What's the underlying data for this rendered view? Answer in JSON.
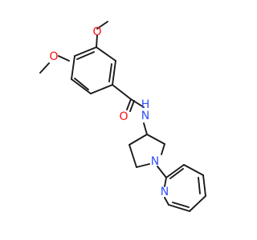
{
  "molecule": {
    "atoms": [
      {
        "id": "o_ome_top",
        "symbol": "O",
        "color": "#ff0d0d"
      },
      {
        "id": "o_ome_left",
        "symbol": "O",
        "color": "#ff0d0d"
      },
      {
        "id": "o_carbonyl",
        "symbol": "O",
        "color": "#ff0d0d"
      },
      {
        "id": "n_amide",
        "symbol": "N",
        "color": "#3050f8"
      },
      {
        "id": "n_amide_h",
        "symbol": "H",
        "color": "#3050f8"
      },
      {
        "id": "n_pyrrolidine",
        "symbol": "N",
        "color": "#3050f8"
      },
      {
        "id": "n_pyridine",
        "symbol": "N",
        "color": "#3050f8"
      }
    ]
  }
}
